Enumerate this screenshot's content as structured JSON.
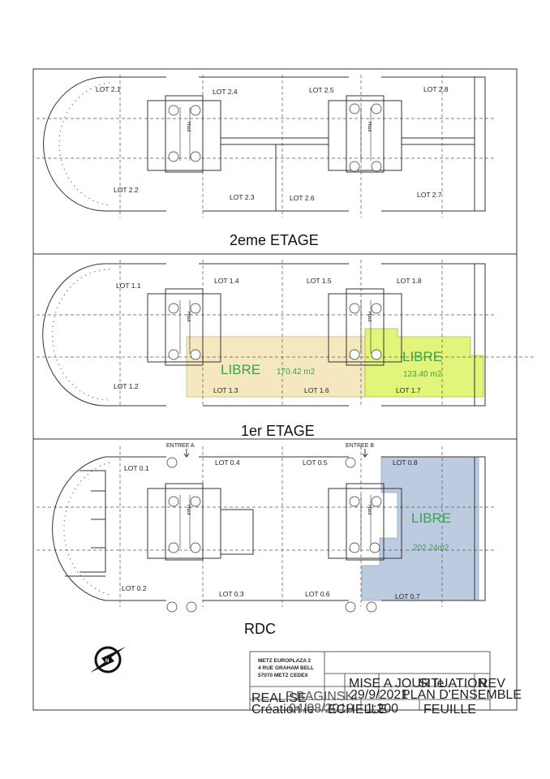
{
  "floors": {
    "second": {
      "title": "2eme ETAGE",
      "lots": [
        "LOT 2.1",
        "LOT 2.2",
        "LOT 2.3",
        "LOT 2.4",
        "LOT 2.5",
        "LOT 2.6",
        "LOT 2.7",
        "LOT 2.8"
      ],
      "stair_label": "Haut"
    },
    "first": {
      "title": "1er ETAGE",
      "lots": [
        "LOT 1.1",
        "LOT 1.2",
        "LOT 1.3",
        "LOT 1.4",
        "LOT 1.5",
        "LOT 1.6",
        "LOT 1.7",
        "LOT 1.8"
      ],
      "stair_label": "Haut",
      "available": [
        {
          "label": "LIBRE",
          "area": "170.42 m2",
          "color": "#f5e8bf"
        },
        {
          "label": "LIBRE",
          "area": "123.40 m2",
          "color": "#e2f57a"
        }
      ]
    },
    "ground": {
      "title": "RDC",
      "lots": [
        "LOT 0.1",
        "LOT 0.2",
        "LOT 0.3",
        "LOT 0.4",
        "LOT 0.5",
        "LOT 0.6",
        "LOT 0.7",
        "LOT 0.8"
      ],
      "stair_label": "Haut",
      "entrances": [
        "ENTREE A",
        "ENTREE B"
      ],
      "available": {
        "label": "LIBRE",
        "area": "202.24m2",
        "color": "#bccbe0"
      }
    }
  },
  "colors": {
    "libre_text": "#3aa34a",
    "line": "#333333"
  },
  "icons": [
    "north-arrow-icon"
  ],
  "title_block": {
    "project_line1": "METZ EUROPLAZA 2",
    "project_line2": "4 RUE GRAHAM BELL",
    "project_line3": "57070 METZ CEDEX",
    "update_label": "MISE A JOUR le",
    "update_value": "29/9/2021",
    "situation_label": "SITUATION",
    "situation_value": "PLAN D'ENSEMBLE",
    "rev_label": "REV",
    "realise_label": "REALISE",
    "realise_value": "P.BAGINSKI",
    "creation_label": "Création le",
    "creation_value": "04/08/2010",
    "echelle_label": "ECHELLE",
    "echelle_value": "1:200",
    "feuille_label": "FEUILLE"
  }
}
